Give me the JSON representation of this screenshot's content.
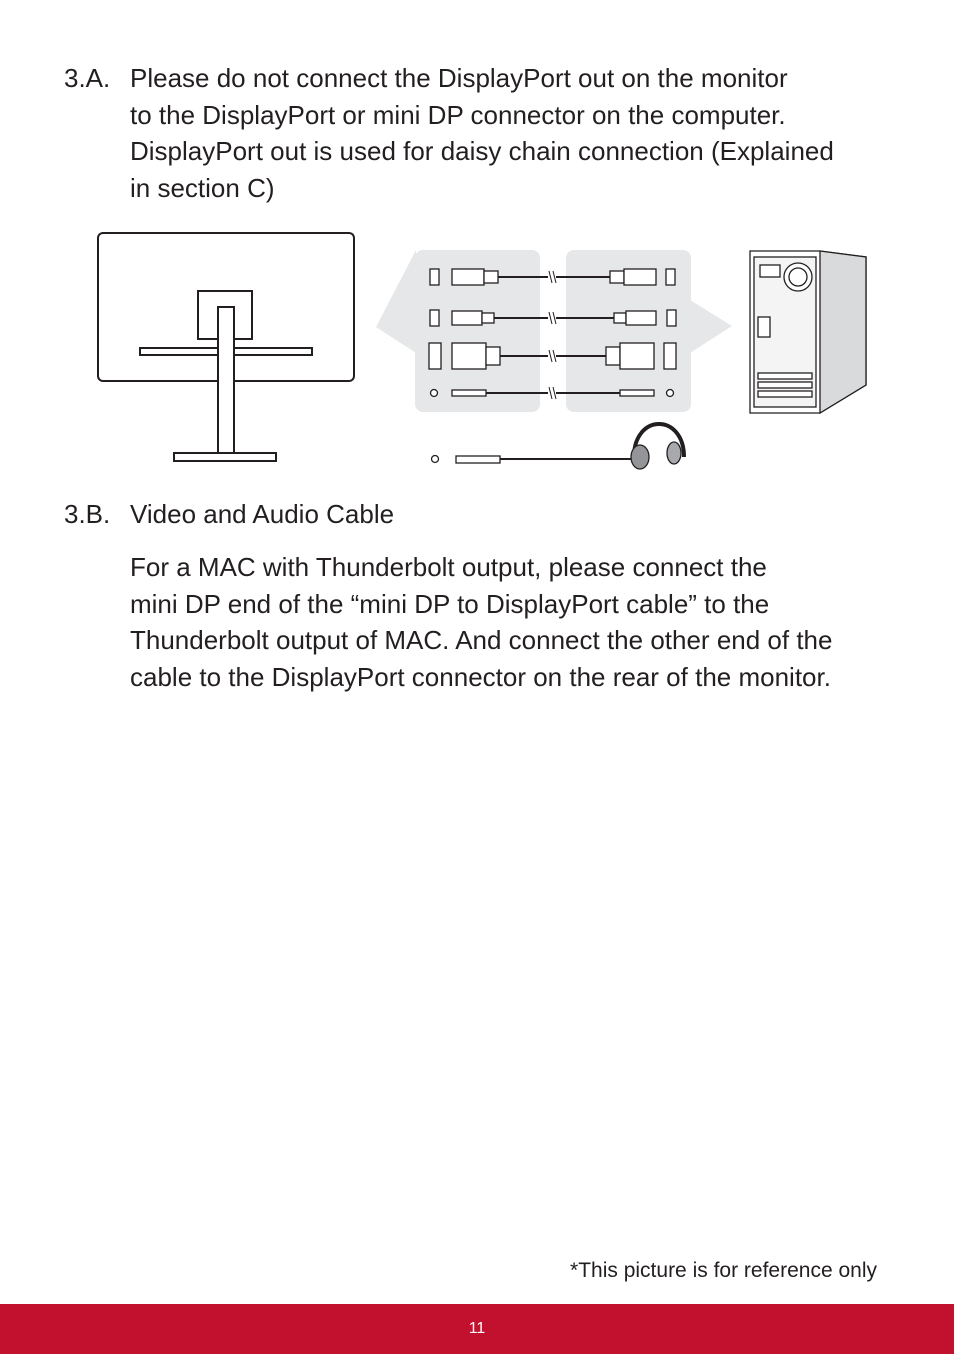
{
  "section_a": {
    "label": "3.A.",
    "lines": [
      "Please do not connect the DisplayPort out on the monitor",
      "to the DisplayPort or mini DP connector on the computer.",
      "DisplayPort out is used for daisy chain connection (Explained",
      "in section C)"
    ]
  },
  "section_b": {
    "label": "3.B.",
    "title": "Video and Audio Cable",
    "lines": [
      "For a MAC with Thunderbolt output, please connect the",
      "mini DP end of the “mini DP to DisplayPort cable” to the",
      "Thunderbolt output of MAC. And connect the other end of the",
      "cable to the DisplayPort connector on the rear of the monitor."
    ]
  },
  "footnote": "*This picture is for reference only",
  "page_number": "11",
  "colors": {
    "footer_bg": "#c2112e",
    "panel_gray": "#e6e7e8",
    "text": "#231f20"
  }
}
